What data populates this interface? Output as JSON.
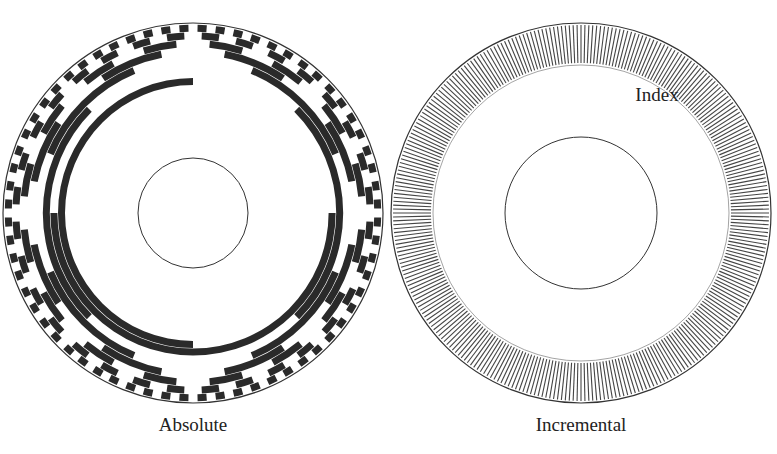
{
  "diagram": {
    "labels": [
      "Absolute",
      "Index",
      "Incremental"
    ]
  }
}
